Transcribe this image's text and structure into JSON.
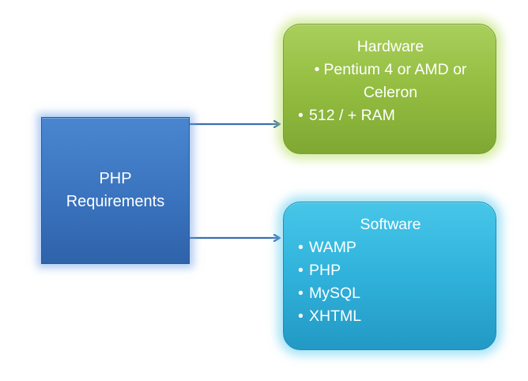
{
  "main": {
    "line1": "PHP",
    "line2": "Requirements"
  },
  "hardware": {
    "title": "Hardware",
    "items": [
      "Pentium 4 or AMD or Celeron",
      "512 / + RAM"
    ]
  },
  "software": {
    "title": "Software",
    "items": [
      "WAMP",
      "PHP",
      "MySQL",
      "XHTML"
    ]
  },
  "colors": {
    "main_box": "#3a73be",
    "hardware_box": "#93bd40",
    "software_box": "#2fb2db",
    "arrow": "#3a6fb0"
  },
  "bullet_glyph": "•"
}
